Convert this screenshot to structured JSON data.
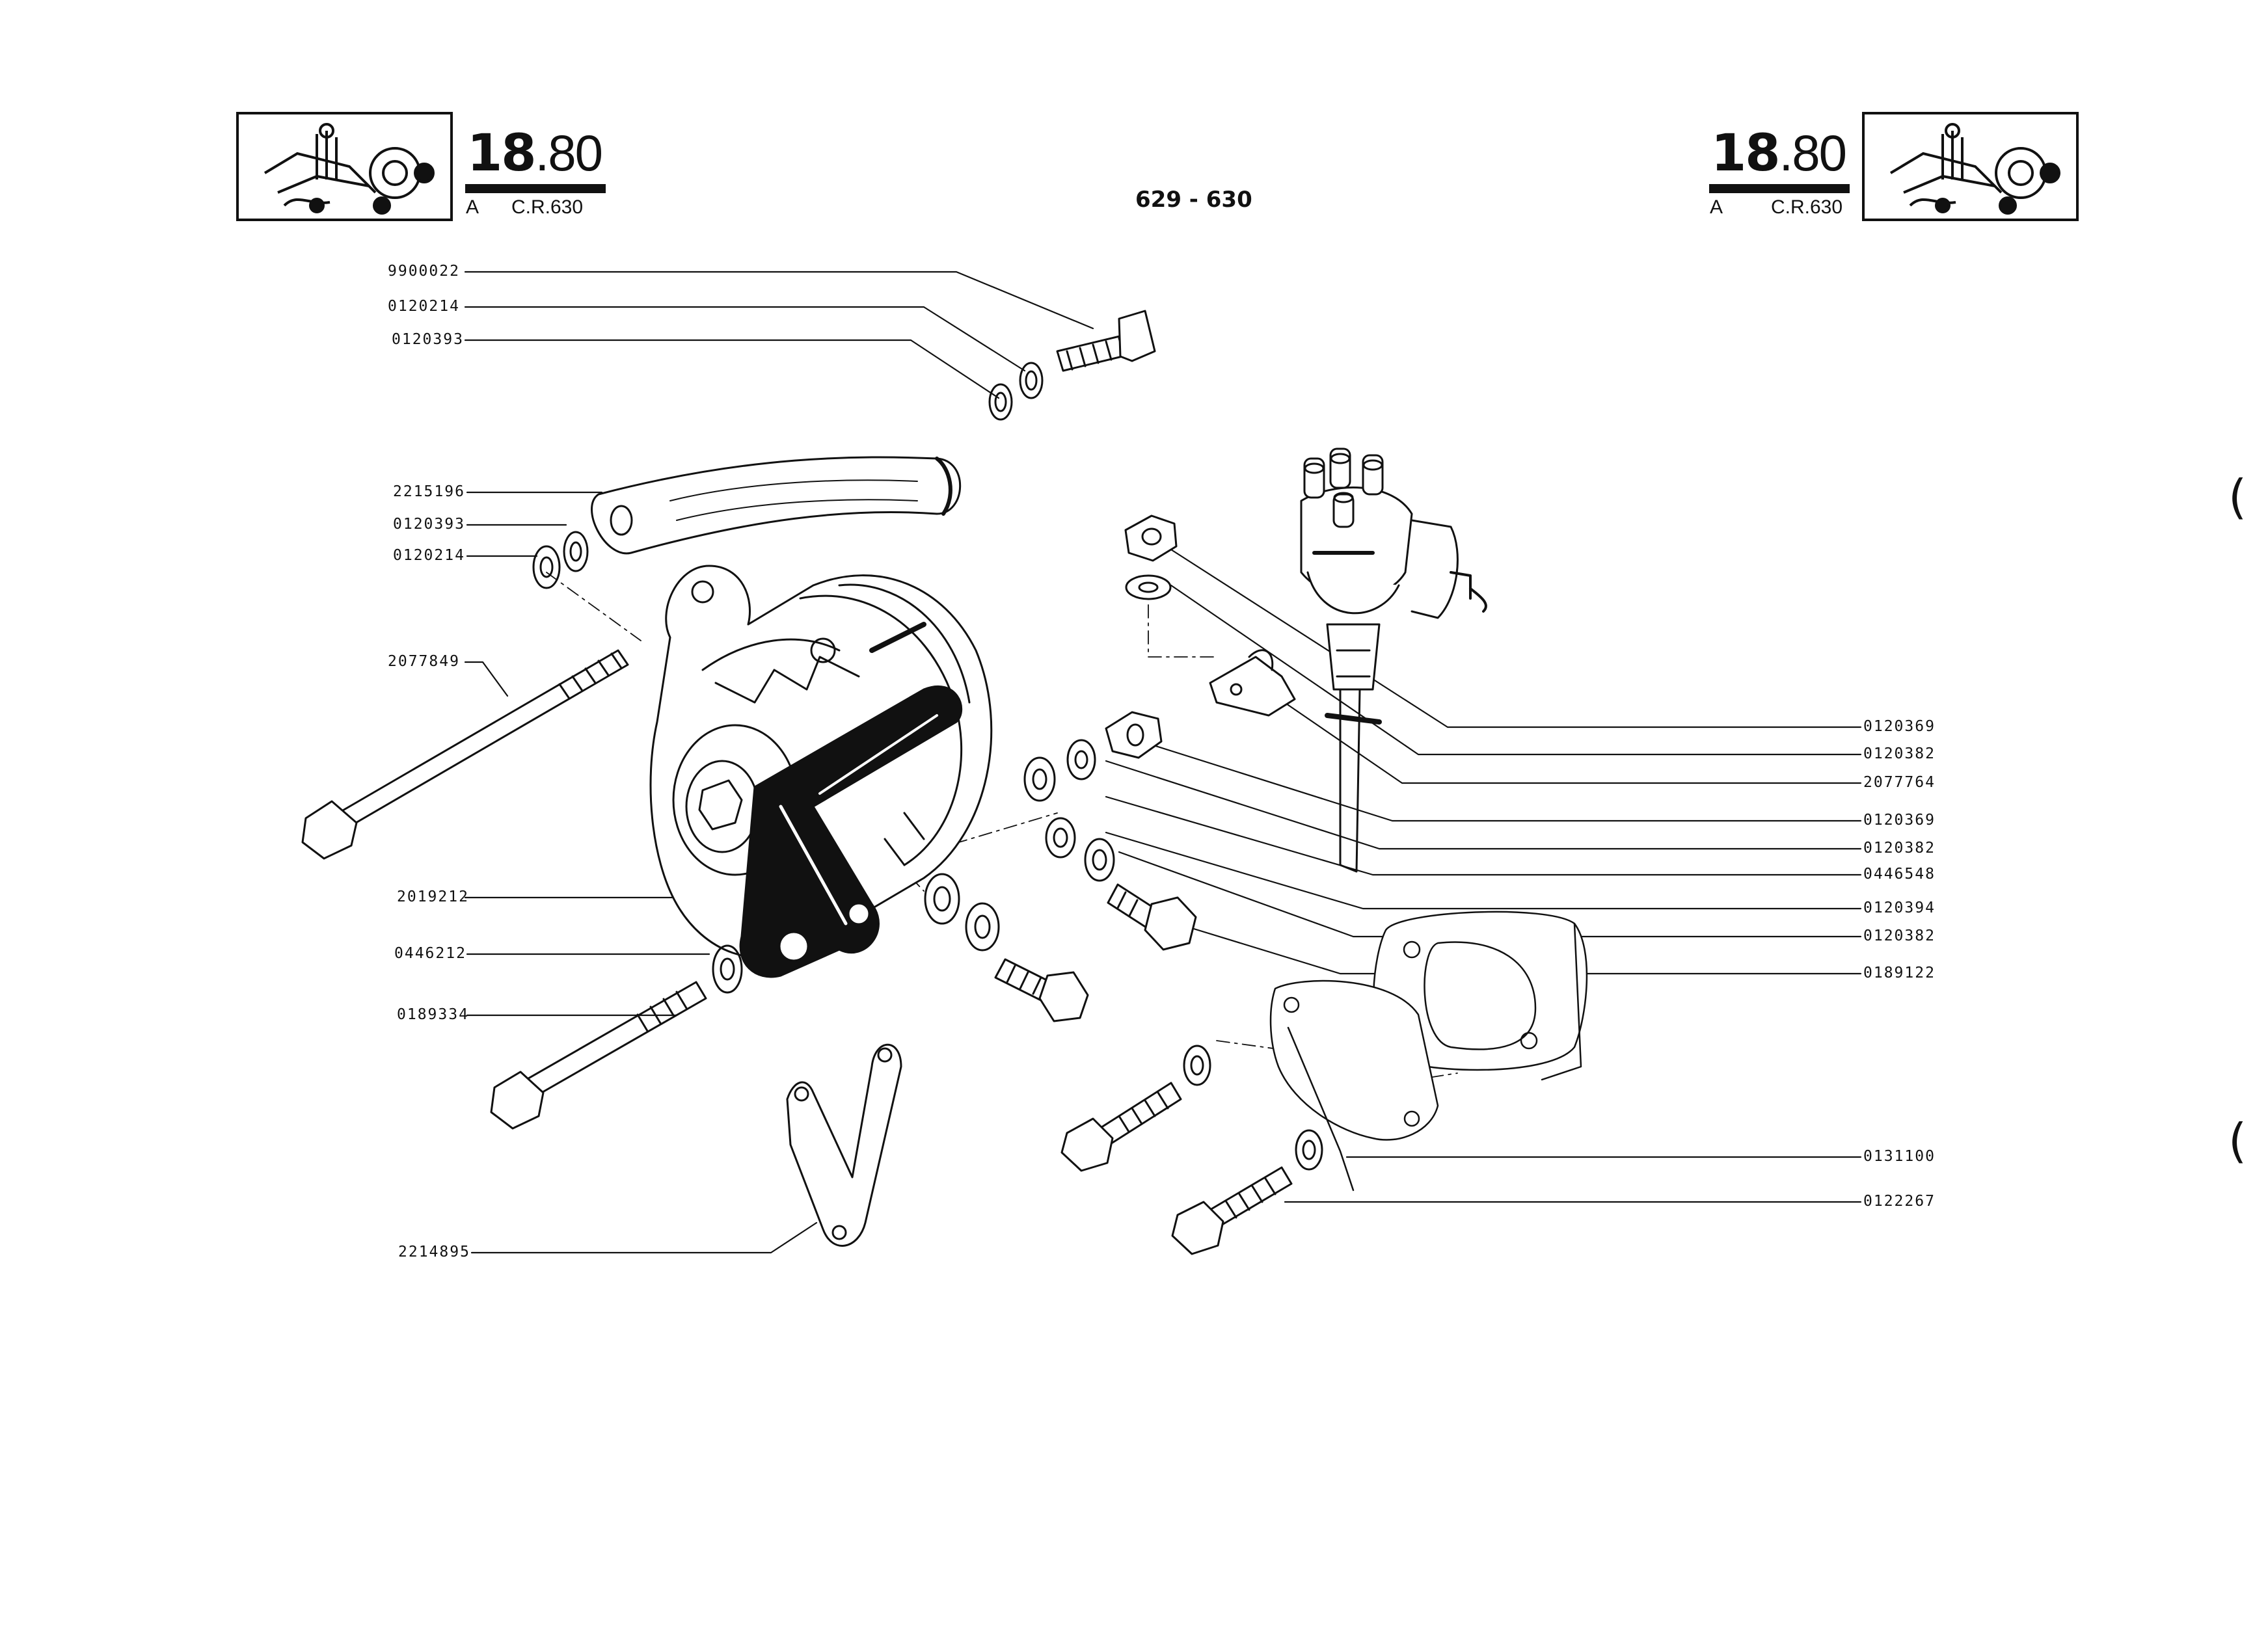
{
  "header": {
    "left": {
      "code_major": "18",
      "code_minor": ".80",
      "variant": "A",
      "ref": "C.R.630"
    },
    "right": {
      "code_major": "18",
      "code_minor": ".80",
      "variant": "A",
      "ref": "C.R.630"
    },
    "page_title": "629 - 630"
  },
  "parts": {
    "left": [
      "9900022",
      "0120214",
      "0120393",
      "2215196",
      "0120393",
      "0120214",
      "2077849",
      "2019212",
      "0446212",
      "0189334",
      "2214895"
    ],
    "right": [
      "0120369",
      "0120382",
      "2077764",
      "0120369",
      "0120382",
      "0446548",
      "0120394",
      "0120382",
      "0189122",
      "0131100",
      "0122267"
    ]
  },
  "edge_marks": [
    "(",
    "("
  ]
}
